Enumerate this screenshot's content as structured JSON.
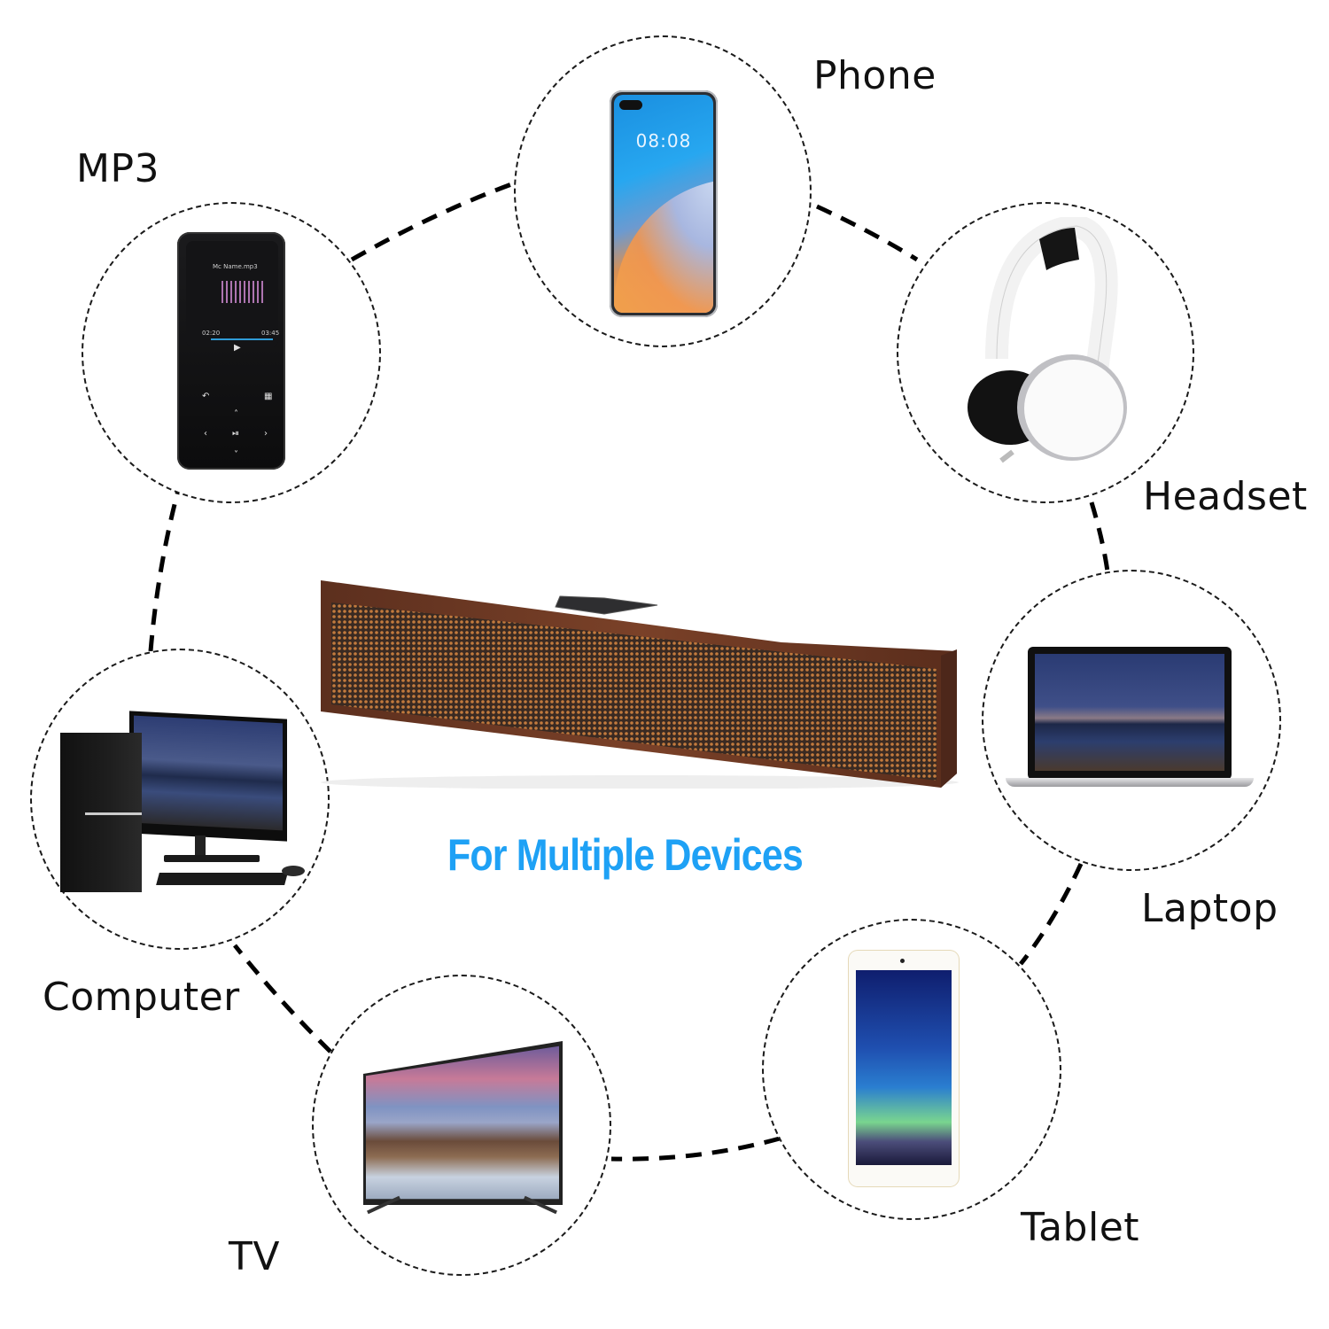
{
  "headline": "For Multiple Devices",
  "headline_color": "#1ea1f5",
  "product": {
    "name": "wooden-soundbar",
    "wood_color": "#6b3a26",
    "grille_color": "#b56a35"
  },
  "devices": [
    {
      "id": "phone",
      "label": "Phone",
      "screen_time": "08:08"
    },
    {
      "id": "mp3",
      "label": "MP3",
      "screen_title": "Mc Name.mp3",
      "screen_elapsed": "02:20",
      "screen_total": "03:45"
    },
    {
      "id": "headset",
      "label": "Headset"
    },
    {
      "id": "laptop",
      "label": "Laptop"
    },
    {
      "id": "computer",
      "label": "Computer"
    },
    {
      "id": "tablet",
      "label": "Tablet"
    },
    {
      "id": "tv",
      "label": "TV"
    }
  ]
}
